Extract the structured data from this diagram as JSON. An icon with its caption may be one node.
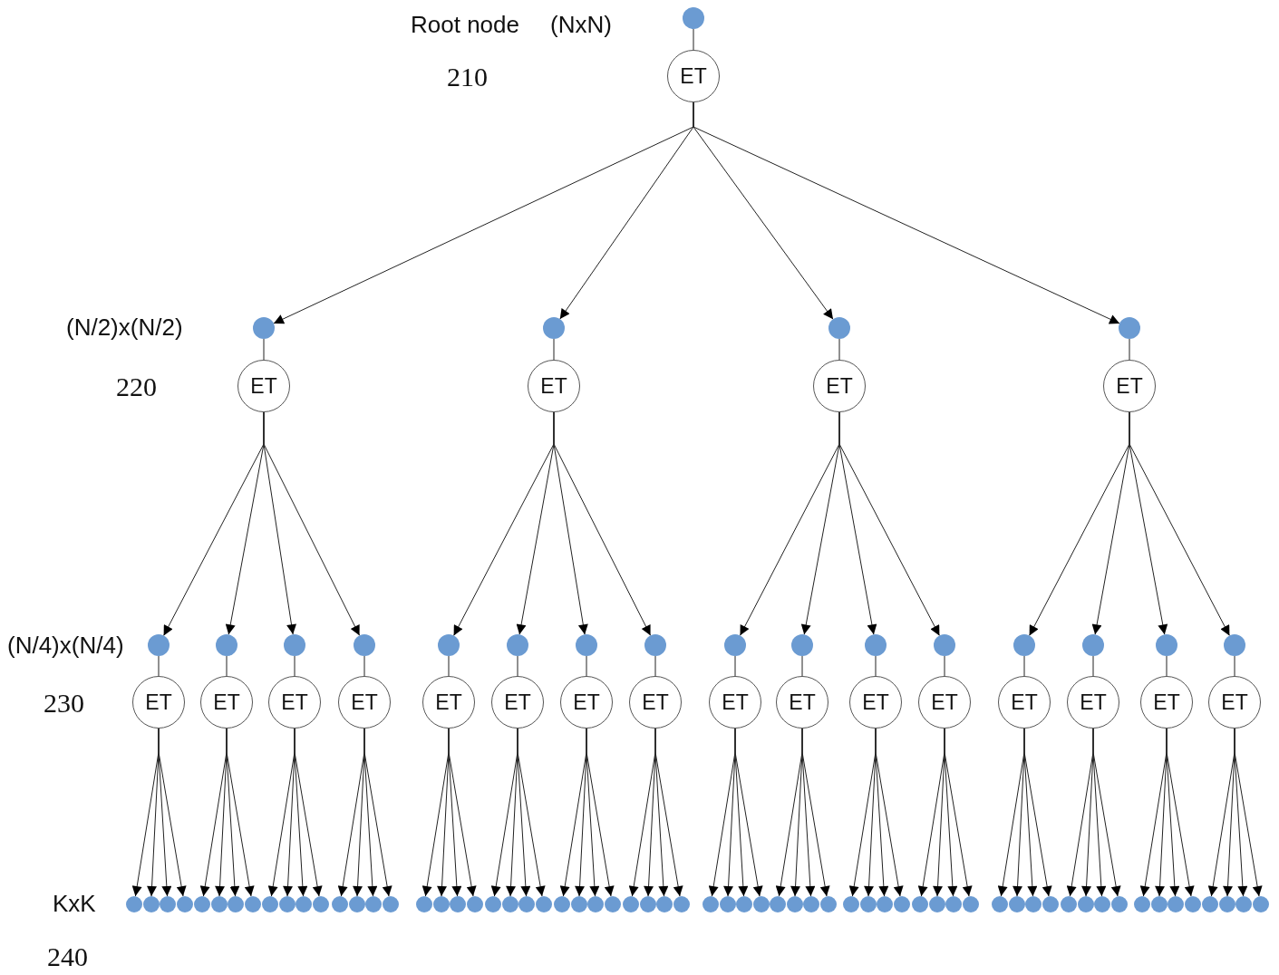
{
  "diagram": {
    "nodes": [
      {
        "text": [],
        "shape": "circle"
      },
      {
        "text": [
          "ET"
        ]
      },
      {
        "text": [],
        "shape": "circle"
      },
      {
        "text": [],
        "shape": "circle"
      },
      {
        "text": [],
        "shape": "circle"
      },
      {
        "text": [],
        "shape": "circle"
      },
      {
        "text": [
          "ET"
        ]
      },
      {
        "text": [
          "ET"
        ]
      },
      {
        "text": [
          "ET"
        ]
      },
      {
        "text": [
          "ET"
        ]
      },
      {
        "text": [],
        "shape": "circle"
      },
      {
        "text": [],
        "shape": "circle"
      },
      {
        "text": [],
        "shape": "circle"
      },
      {
        "text": [],
        "shape": "circle"
      },
      {
        "text": [],
        "shape": "circle"
      },
      {
        "text": [],
        "shape": "circle"
      },
      {
        "text": [],
        "shape": "circle"
      },
      {
        "text": [],
        "shape": "circle"
      },
      {
        "text": [],
        "shape": "circle"
      },
      {
        "text": [],
        "shape": "circle"
      },
      {
        "text": [],
        "shape": "circle"
      },
      {
        "text": [],
        "shape": "circle"
      },
      {
        "text": [],
        "shape": "circle"
      },
      {
        "text": [],
        "shape": "circle"
      },
      {
        "text": [],
        "shape": "circle"
      },
      {
        "text": [],
        "shape": "circle"
      },
      {
        "text": [
          "ET"
        ]
      },
      {
        "text": [
          "ET"
        ]
      },
      {
        "text": [
          "ET"
        ]
      },
      {
        "text": [
          "ET"
        ]
      },
      {
        "text": [
          "ET"
        ]
      },
      {
        "text": [
          "ET"
        ]
      },
      {
        "text": [
          "ET"
        ]
      },
      {
        "text": [
          "ET"
        ]
      },
      {
        "text": [
          "ET"
        ]
      },
      {
        "text": [
          "ET"
        ]
      },
      {
        "text": [
          "ET"
        ]
      },
      {
        "text": [
          "ET"
        ]
      },
      {
        "text": [
          "ET"
        ]
      },
      {
        "text": [
          "ET"
        ]
      },
      {
        "text": [
          "ET"
        ]
      },
      {
        "text": [
          "ET"
        ]
      },
      {
        "text": [],
        "shape": "circle"
      },
      {
        "text": [],
        "shape": "circle"
      },
      {
        "text": [],
        "shape": "circle"
      },
      {
        "text": [],
        "shape": "circle"
      },
      {
        "text": [],
        "shape": "circle"
      },
      {
        "text": [],
        "shape": "circle"
      },
      {
        "text": [],
        "shape": "circle"
      },
      {
        "text": [],
        "shape": "circle"
      },
      {
        "text": [],
        "shape": "circle"
      },
      {
        "text": [],
        "shape": "circle"
      },
      {
        "text": [],
        "shape": "circle"
      },
      {
        "text": [],
        "shape": "circle"
      },
      {
        "text": [],
        "shape": "circle"
      },
      {
        "text": [],
        "shape": "circle"
      },
      {
        "text": [],
        "shape": "circle"
      },
      {
        "text": [],
        "shape": "circle"
      },
      {
        "text": [],
        "shape": "circle"
      },
      {
        "text": [],
        "shape": "circle"
      },
      {
        "text": [],
        "shape": "circle"
      },
      {
        "text": [],
        "shape": "circle"
      },
      {
        "text": [],
        "shape": "circle"
      },
      {
        "text": [],
        "shape": "circle"
      },
      {
        "text": [],
        "shape": "circle"
      },
      {
        "text": [],
        "shape": "circle"
      },
      {
        "text": [],
        "shape": "circle"
      },
      {
        "text": [],
        "shape": "circle"
      },
      {
        "text": [],
        "shape": "circle"
      },
      {
        "text": [],
        "shape": "circle"
      },
      {
        "text": [],
        "shape": "circle"
      },
      {
        "text": [],
        "shape": "circle"
      },
      {
        "text": [],
        "shape": "circle"
      },
      {
        "text": [],
        "shape": "circle"
      },
      {
        "text": [],
        "shape": "circle"
      },
      {
        "text": [],
        "shape": "circle"
      },
      {
        "text": [],
        "shape": "circle"
      },
      {
        "text": [],
        "shape": "circle"
      },
      {
        "text": [],
        "shape": "circle"
      },
      {
        "text": [],
        "shape": "circle"
      },
      {
        "text": [],
        "shape": "circle"
      },
      {
        "text": [],
        "shape": "circle"
      },
      {
        "text": [],
        "shape": "circle"
      },
      {
        "text": [],
        "shape": "circle"
      },
      {
        "text": [],
        "shape": "circle"
      },
      {
        "text": [],
        "shape": "circle"
      },
      {
        "text": [],
        "shape": "circle"
      },
      {
        "text": [],
        "shape": "circle"
      },
      {
        "text": [],
        "shape": "circle"
      },
      {
        "text": [],
        "shape": "circle"
      },
      {
        "text": [],
        "shape": "circle"
      },
      {
        "text": [],
        "shape": "circle"
      },
      {
        "text": [],
        "shape": "circle"
      },
      {
        "text": [],
        "shape": "circle"
      },
      {
        "text": [],
        "shape": "circle"
      },
      {
        "text": [],
        "shape": "circle"
      },
      {
        "text": [],
        "shape": "circle"
      },
      {
        "text": [],
        "shape": "circle"
      },
      {
        "text": [],
        "shape": "circle"
      },
      {
        "text": [],
        "shape": "circle"
      },
      {
        "text": [],
        "shape": "circle"
      },
      {
        "text": [],
        "shape": "circle"
      },
      {
        "text": [],
        "shape": "circle"
      },
      {
        "text": [],
        "shape": "circle"
      },
      {
        "text": [],
        "shape": "circle"
      },
      {
        "text": [],
        "shape": "circle"
      }
    ],
    "edges": [
      {
        "from": 0,
        "to": 1,
        "arrow": "none"
      },
      {
        "from": 1,
        "to": 2,
        "arrow": "to"
      },
      {
        "from": 1,
        "to": 3,
        "arrow": "to"
      },
      {
        "from": 1,
        "to": 4,
        "arrow": "to"
      },
      {
        "from": 1,
        "to": 5,
        "arrow": "to"
      },
      {
        "from": 2,
        "to": 6,
        "arrow": "none"
      },
      {
        "from": 3,
        "to": 7,
        "arrow": "none"
      },
      {
        "from": 4,
        "to": 8,
        "arrow": "none"
      },
      {
        "from": 5,
        "to": 9,
        "arrow": "none"
      },
      {
        "from": 6,
        "to": 10,
        "arrow": "to"
      },
      {
        "from": 6,
        "to": 11,
        "arrow": "to"
      },
      {
        "from": 6,
        "to": 12,
        "arrow": "to"
      },
      {
        "from": 6,
        "to": 13,
        "arrow": "to"
      },
      {
        "from": 7,
        "to": 14,
        "arrow": "to"
      },
      {
        "from": 7,
        "to": 15,
        "arrow": "to"
      },
      {
        "from": 7,
        "to": 16,
        "arrow": "to"
      },
      {
        "from": 7,
        "to": 17,
        "arrow": "to"
      },
      {
        "from": 8,
        "to": 18,
        "arrow": "to"
      },
      {
        "from": 8,
        "to": 19,
        "arrow": "to"
      },
      {
        "from": 8,
        "to": 20,
        "arrow": "to"
      },
      {
        "from": 8,
        "to": 21,
        "arrow": "to"
      },
      {
        "from": 9,
        "to": 22,
        "arrow": "to"
      },
      {
        "from": 9,
        "to": 23,
        "arrow": "to"
      },
      {
        "from": 9,
        "to": 24,
        "arrow": "to"
      },
      {
        "from": 9,
        "to": 25,
        "arrow": "to"
      },
      {
        "from": 10,
        "to": 26,
        "arrow": "none"
      },
      {
        "from": 11,
        "to": 27,
        "arrow": "none"
      },
      {
        "from": 12,
        "to": 28,
        "arrow": "none"
      },
      {
        "from": 13,
        "to": 29,
        "arrow": "none"
      },
      {
        "from": 14,
        "to": 30,
        "arrow": "none"
      },
      {
        "from": 15,
        "to": 31,
        "arrow": "none"
      },
      {
        "from": 16,
        "to": 32,
        "arrow": "none"
      },
      {
        "from": 17,
        "to": 33,
        "arrow": "none"
      },
      {
        "from": 18,
        "to": 34,
        "arrow": "none"
      },
      {
        "from": 19,
        "to": 35,
        "arrow": "none"
      },
      {
        "from": 20,
        "to": 36,
        "arrow": "none"
      },
      {
        "from": 21,
        "to": 37,
        "arrow": "none"
      },
      {
        "from": 22,
        "to": 38,
        "arrow": "none"
      },
      {
        "from": 23,
        "to": 39,
        "arrow": "none"
      },
      {
        "from": 24,
        "to": 40,
        "arrow": "none"
      },
      {
        "from": 25,
        "to": 41,
        "arrow": "none"
      },
      {
        "from": 26,
        "to": 42,
        "arrow": "to"
      },
      {
        "from": 26,
        "to": 43,
        "arrow": "to"
      },
      {
        "from": 26,
        "to": 44,
        "arrow": "to"
      },
      {
        "from": 26,
        "to": 45,
        "arrow": "to"
      },
      {
        "from": 27,
        "to": 46,
        "arrow": "to"
      },
      {
        "from": 27,
        "to": 47,
        "arrow": "to"
      },
      {
        "from": 27,
        "to": 48,
        "arrow": "to"
      },
      {
        "from": 27,
        "to": 49,
        "arrow": "to"
      },
      {
        "from": 28,
        "to": 50,
        "arrow": "to"
      },
      {
        "from": 28,
        "to": 51,
        "arrow": "to"
      },
      {
        "from": 28,
        "to": 52,
        "arrow": "to"
      },
      {
        "from": 28,
        "to": 53,
        "arrow": "to"
      },
      {
        "from": 29,
        "to": 54,
        "arrow": "to"
      },
      {
        "from": 29,
        "to": 55,
        "arrow": "to"
      },
      {
        "from": 29,
        "to": 56,
        "arrow": "to"
      },
      {
        "from": 29,
        "to": 57,
        "arrow": "to"
      },
      {
        "from": 30,
        "to": 58,
        "arrow": "to"
      },
      {
        "from": 30,
        "to": 59,
        "arrow": "to"
      },
      {
        "from": 30,
        "to": 60,
        "arrow": "to"
      },
      {
        "from": 30,
        "to": 61,
        "arrow": "to"
      },
      {
        "from": 31,
        "to": 62,
        "arrow": "to"
      },
      {
        "from": 31,
        "to": 63,
        "arrow": "to"
      },
      {
        "from": 31,
        "to": 64,
        "arrow": "to"
      },
      {
        "from": 31,
        "to": 65,
        "arrow": "to"
      },
      {
        "from": 32,
        "to": 66,
        "arrow": "to"
      },
      {
        "from": 32,
        "to": 67,
        "arrow": "to"
      },
      {
        "from": 32,
        "to": 68,
        "arrow": "to"
      },
      {
        "from": 32,
        "to": 69,
        "arrow": "to"
      },
      {
        "from": 33,
        "to": 70,
        "arrow": "to"
      },
      {
        "from": 33,
        "to": 71,
        "arrow": "to"
      },
      {
        "from": 33,
        "to": 72,
        "arrow": "to"
      },
      {
        "from": 33,
        "to": 73,
        "arrow": "to"
      },
      {
        "from": 34,
        "to": 74,
        "arrow": "to"
      },
      {
        "from": 34,
        "to": 75,
        "arrow": "to"
      },
      {
        "from": 34,
        "to": 76,
        "arrow": "to"
      },
      {
        "from": 34,
        "to": 77,
        "arrow": "to"
      },
      {
        "from": 35,
        "to": 78,
        "arrow": "to"
      },
      {
        "from": 35,
        "to": 79,
        "arrow": "to"
      },
      {
        "from": 35,
        "to": 80,
        "arrow": "to"
      },
      {
        "from": 35,
        "to": 81,
        "arrow": "to"
      },
      {
        "from": 36,
        "to": 82,
        "arrow": "to"
      },
      {
        "from": 36,
        "to": 83,
        "arrow": "to"
      },
      {
        "from": 36,
        "to": 84,
        "arrow": "to"
      },
      {
        "from": 36,
        "to": 85,
        "arrow": "to"
      },
      {
        "from": 37,
        "to": 86,
        "arrow": "to"
      },
      {
        "from": 37,
        "to": 87,
        "arrow": "to"
      },
      {
        "from": 37,
        "to": 88,
        "arrow": "to"
      },
      {
        "from": 37,
        "to": 89,
        "arrow": "to"
      },
      {
        "from": 38,
        "to": 90,
        "arrow": "to"
      },
      {
        "from": 38,
        "to": 91,
        "arrow": "to"
      },
      {
        "from": 38,
        "to": 92,
        "arrow": "to"
      },
      {
        "from": 38,
        "to": 93,
        "arrow": "to"
      },
      {
        "from": 39,
        "to": 94,
        "arrow": "to"
      },
      {
        "from": 39,
        "to": 95,
        "arrow": "to"
      },
      {
        "from": 39,
        "to": 96,
        "arrow": "to"
      },
      {
        "from": 39,
        "to": 97,
        "arrow": "to"
      },
      {
        "from": 40,
        "to": 98,
        "arrow": "to"
      },
      {
        "from": 40,
        "to": 99,
        "arrow": "to"
      },
      {
        "from": 40,
        "to": 100,
        "arrow": "to"
      },
      {
        "from": 40,
        "to": 101,
        "arrow": "to"
      },
      {
        "from": 41,
        "to": 102,
        "arrow": "to"
      },
      {
        "from": 41,
        "to": 103,
        "arrow": "to"
      },
      {
        "from": 41,
        "to": 104,
        "arrow": "to"
      },
      {
        "from": 41,
        "to": 105,
        "arrow": "to"
      }
    ],
    "labels": [
      "Root node",
      "(NxN)",
      "210",
      "(N/2)x(N/2)",
      "220",
      "(N/4)x(N/4)",
      "230",
      "KxK",
      "240"
    ]
  }
}
